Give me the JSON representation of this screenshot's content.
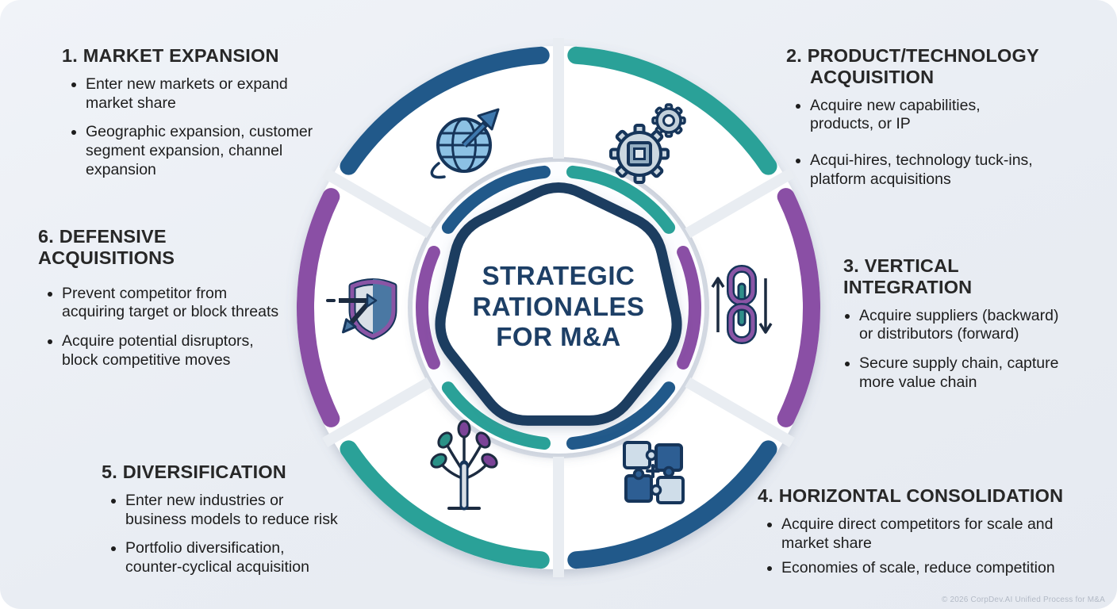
{
  "center": {
    "title_lines": [
      "STRATEGIC",
      "RATIONALES",
      "FOR M&A"
    ]
  },
  "sections": [
    {
      "id": "market-expansion",
      "heading_lines": [
        "1. MARKET EXPANSION"
      ],
      "bullets": [
        "Enter new markets or expand market share",
        "Geographic expansion, customer segment expansion, channel expansion"
      ],
      "icon": "globe-growth-icon",
      "accent_color": "#21598a"
    },
    {
      "id": "product-technology-acquisition",
      "heading_lines": [
        "2. PRODUCT/TECHNOLOGY",
        "ACQUISITION"
      ],
      "bullets": [
        "Acquire new capabilities, products, or IP",
        "Acqui-hires, technology tuck-ins, platform acquisitions"
      ],
      "icon": "gears-chip-icon",
      "accent_color": "#2aa198"
    },
    {
      "id": "vertical-integration",
      "heading_lines": [
        "3. VERTICAL",
        "INTEGRATION"
      ],
      "bullets": [
        "Acquire suppliers (backward) or distributors (forward)",
        "Secure supply chain, capture more value chain"
      ],
      "icon": "chain-links-icon",
      "accent_color": "#8a4fa5"
    },
    {
      "id": "horizontal-consolidation",
      "heading_lines": [
        "4. HORIZONTAL CONSOLIDATION"
      ],
      "bullets": [
        "Acquire direct competitors for scale and market share",
        "Economies of scale, reduce competition"
      ],
      "icon": "puzzle-pieces-icon",
      "accent_color": "#21598a"
    },
    {
      "id": "diversification",
      "heading_lines": [
        "5. DIVERSIFICATION"
      ],
      "bullets": [
        "Enter new industries or business models to reduce risk",
        "Portfolio diversification, counter-cyclical acquisition"
      ],
      "icon": "growth-tree-icon",
      "accent_color": "#2aa198"
    },
    {
      "id": "defensive-acquisitions",
      "heading_lines": [
        "6. DEFENSIVE",
        "ACQUISITIONS"
      ],
      "bullets": [
        "Prevent competitor from acquiring target or block threats",
        "Acquire potential disruptors, block competitive moves"
      ],
      "icon": "shield-deflect-icon",
      "accent_color": "#8a4fa5"
    }
  ],
  "footer": {
    "copyright": "© 2026 CorpDev.AI Unified Process for M&A"
  },
  "colors": {
    "blue": "#21598a",
    "teal": "#2aa198",
    "purple": "#8a4fa5",
    "navy": "#1e3c60",
    "title_navy": "#1d3f66",
    "background": "#e9edf2",
    "heading_text": "#272727",
    "body_text": "#1d1d1d",
    "footer_text": "#b3bac6"
  }
}
